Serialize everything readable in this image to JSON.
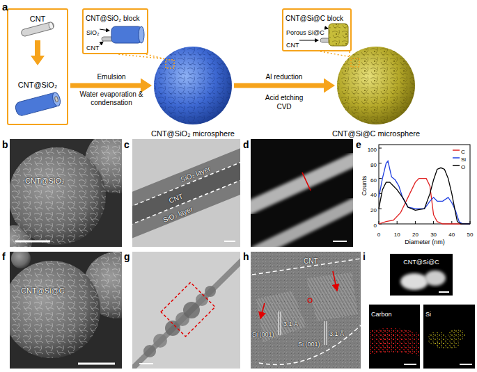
{
  "diagram": {
    "nodes": [
      {
        "text": [
          "CNT",
          "CNT@SiO₂"
        ]
      },
      {
        "text": [
          "CNT@SiO₂ block",
          "SiO₂",
          "CNT"
        ]
      },
      {
        "text": [
          "CNT@SiO₂ microsphere"
        ]
      },
      {
        "text": [
          "CNT@Si@C block",
          "Porous Si@C",
          "CNT"
        ]
      },
      {
        "text": [
          "CNT@Si@C microsphere"
        ]
      }
    ],
    "edges": [
      {
        "from": 0,
        "to": 2,
        "arrow": "to"
      },
      {
        "from": 2,
        "to": 4,
        "arrow": "to"
      },
      {
        "from": 1,
        "to": 2,
        "arrow": "none"
      },
      {
        "from": 3,
        "to": 4,
        "arrow": "none"
      }
    ],
    "labels": [
      "a",
      "Emulsion",
      "Water evaporation & condensation",
      "Al reduction",
      "Acid etching",
      "CVD",
      "b",
      "CNT@SiO₂",
      "c",
      "SiO₂ layer",
      "CNT",
      "SiO₂ layer",
      "d",
      "e",
      "100",
      "80",
      "60",
      "40",
      "20",
      "0",
      "0",
      "10",
      "20",
      "30",
      "40",
      "50",
      "Counts",
      "Diameter (nm)",
      "f",
      "CNT@Si@C",
      "g",
      "h",
      "CNT",
      "Si (001)",
      "3.1 Å",
      "Si (001)",
      "3.1 Å",
      "i",
      "CNT@Si@C",
      "Carbon",
      "Si"
    ],
    "legend": [
      {
        "text": "C"
      },
      {
        "text": "Si"
      },
      {
        "text": "O"
      }
    ]
  }
}
